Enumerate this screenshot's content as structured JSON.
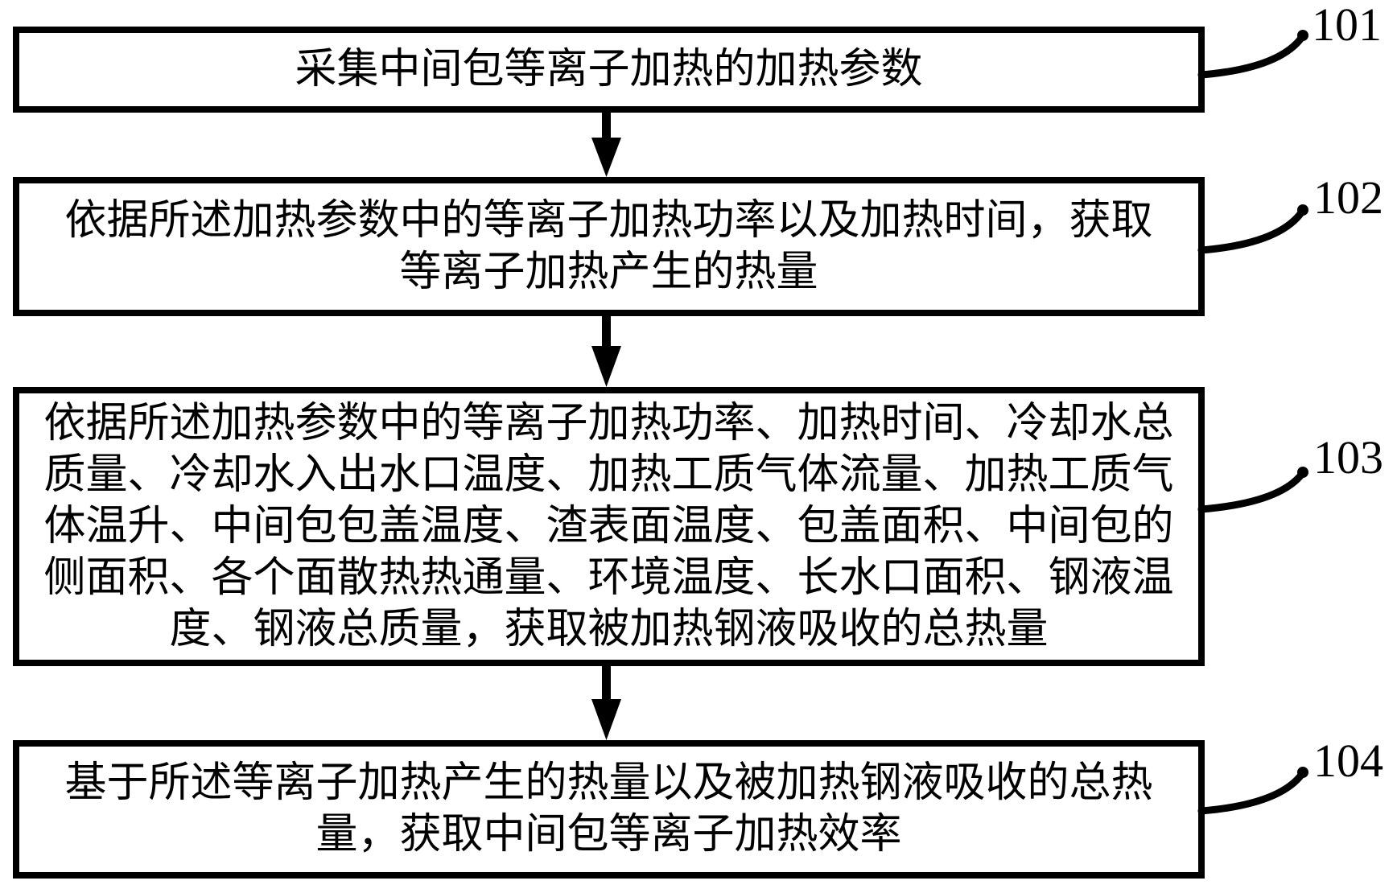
{
  "figure": {
    "kind": "patent-method-flowchart",
    "background_color": "#ffffff",
    "line_color": "#000000",
    "steps": [
      {
        "label": "101",
        "text": "采集中间包等离子加热的加热参数"
      },
      {
        "label": "102",
        "text": "依据所述加热参数中的等离子加热功率以及加热时间，获取\n等离子加热产生的热量"
      },
      {
        "label": "103",
        "text": "依据所述加热参数中的等离子加热功率、加热时间、冷却水总\n质量、冷却水入出水口温度、加热工质气体流量、加热工质气\n体温升、中间包包盖温度、渣表面温度、包盖面积、中间包的\n侧面积、各个面散热热通量、环境温度、长水口面积、钢液温\n度、钢液总质量，获取被加热钢液吸收的总热量"
      },
      {
        "label": "104",
        "text": "基于所述等离子加热产生的热量以及被加热钢液吸收的总热\n量，获取中间包等离子加热效率"
      }
    ]
  }
}
